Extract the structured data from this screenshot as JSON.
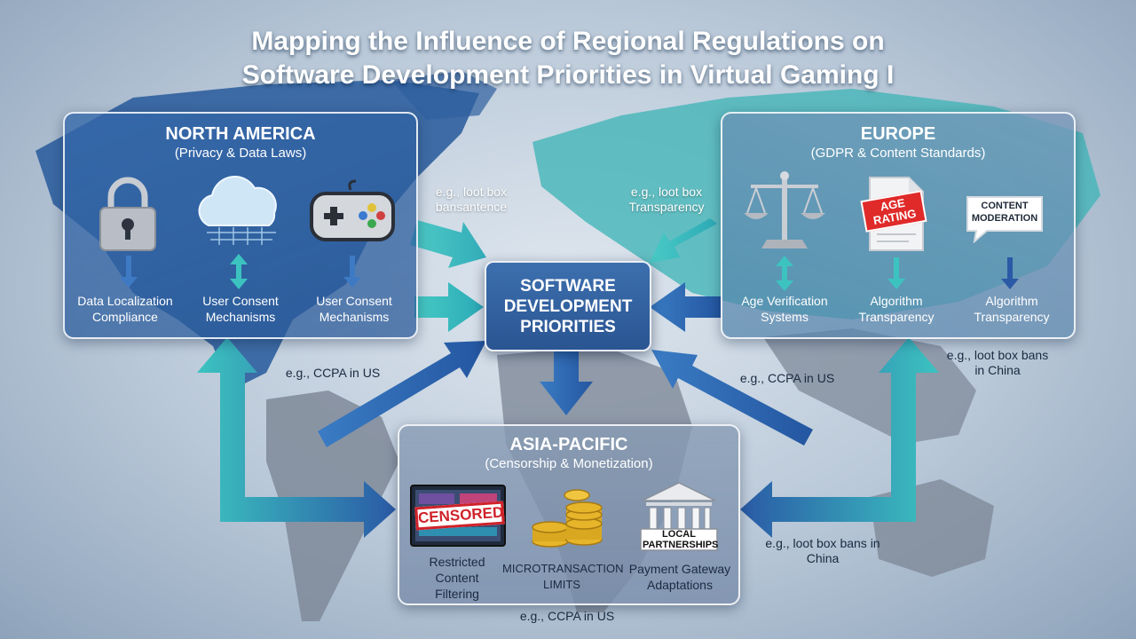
{
  "title_line1": "Mapping the Influence of Regional Regulations on",
  "title_line2": "Software Development Priorities in Virtual Gaming I",
  "center": {
    "label": "SOFTWARE DEVELOPMENT PRIORITIES"
  },
  "north_america": {
    "title": "NORTH AMERICA",
    "subtitle": "(Privacy & Data Laws)",
    "items": [
      {
        "label": "Data Localization Compliance",
        "icon": "padlock-icon"
      },
      {
        "label": "User Consent Mechanisms",
        "icon": "cloud-icon"
      },
      {
        "label": "User Consent Mechanisms",
        "icon": "gamepad-icon"
      }
    ]
  },
  "europe": {
    "title": "EUROPE",
    "subtitle": "(GDPR & Content Standards)",
    "items": [
      {
        "label": "Age Verification Systems",
        "icon": "scales-icon"
      },
      {
        "label": "Algorithm Transparency",
        "icon": "age-rating-document-icon"
      },
      {
        "label": "Algorithm Transparency",
        "icon": "content-moderation-bubble-icon"
      }
    ],
    "age_rating_text": "AGE RATING",
    "content_moderation_text": "CONTENT MODERATION"
  },
  "asia_pacific": {
    "title": "ASIA-PACIFIC",
    "subtitle": "(Censorship & Monetization)",
    "items": [
      {
        "label": "Restricted Content Filtering",
        "icon": "censored-screen-icon"
      },
      {
        "label": "MICROTRANSACTION LIMITS",
        "icon": "coin-stack-icon"
      },
      {
        "label": "Payment Gateway Adaptations",
        "icon": "bank-building-icon"
      }
    ],
    "censored_text": "CENSORED",
    "local_partnerships_text": "LOCAL PARTNERSHIPS"
  },
  "annotations": {
    "na_to_center": "e.g., loot box bansantence",
    "eu_to_center": "e.g., loot box Transparency",
    "na_below": "e.g., CCPA in US",
    "center_right": "e.g., CCPA in US",
    "eu_below": "e.g., loot box bans in China",
    "ap_right": "e.g., loot box bans in China",
    "ap_below": "e.g., CCPA in US"
  },
  "colors": {
    "teal_arrow": "#3cc3c0",
    "blue_arrow": "#2a64b0",
    "land": "#7f8a99",
    "land_na": "#2f5f9f",
    "land_eu": "#44b5b8"
  }
}
